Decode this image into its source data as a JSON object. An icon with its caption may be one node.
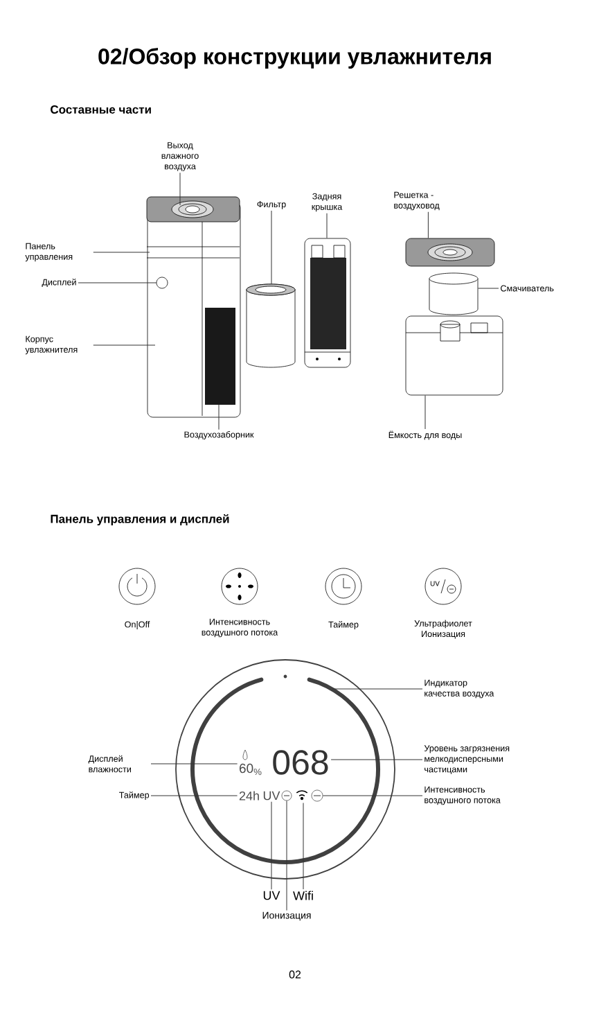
{
  "diagram": {
    "title": "02/Обзор конструкции увлажнителя",
    "nodes": [
      {
        "text": [
          "Выход влажного воздуха"
        ]
      },
      {
        "text": [
          "Панель управления"
        ]
      },
      {
        "text": [
          "Дисплей"
        ]
      },
      {
        "text": [
          "Корпус увлажнителя"
        ]
      },
      {
        "text": [
          "Воздухозаборник"
        ]
      },
      {
        "text": [
          "Фильтр"
        ]
      },
      {
        "text": [
          "Задняя крышка"
        ]
      },
      {
        "text": [
          "Решетка - воздуховод"
        ]
      },
      {
        "text": [
          "Смачиватель"
        ]
      },
      {
        "text": [
          "Ёмкость для воды"
        ]
      },
      {
        "text": [],
        "shape": "cylinder"
      },
      {
        "text": [],
        "shape": "box"
      },
      {
        "text": [],
        "shape": "box"
      },
      {
        "text": [],
        "shape": "cylinder"
      },
      {
        "text": [],
        "shape": "box"
      },
      {
        "text": [
          "Индикатор качества воздуха"
        ]
      },
      {
        "text": [
          "Уровень загрязнения мелкодисперсными частицами"
        ]
      },
      {
        "text": [
          "Интенсивность воздушного потока"
        ]
      },
      {
        "text": [
          "Дисплей влажности"
        ]
      },
      {
        "text": [
          "Таймер"
        ]
      },
      {
        "text": [
          "UV"
        ]
      },
      {
        "text": [
          "Ионизация"
        ]
      },
      {
        "text": [
          "Wifi"
        ]
      },
      {
        "text": [
          "60$_{%}$"
        ]
      },
      {
        "text": [
          "068"
        ]
      },
      {
        "text": [
          "24h"
        ]
      },
      {
        "text": [
          "UV"
        ]
      },
      {
        "text": [],
        "shape": "circle"
      },
      {
        "text": [],
        "shape": "icon"
      },
      {
        "text": [],
        "shape": "circle"
      },
      {
        "text": [],
        "shape": "picture"
      }
    ],
    "edges": [
      {
        "from": 0,
        "to": 30,
        "arrow": "none"
      },
      {
        "from": 1,
        "to": 30,
        "arrow": "none"
      },
      {
        "from": 2,
        "to": 30,
        "arrow": "none"
      },
      {
        "from": 3,
        "to": 30,
        "arrow": "none"
      },
      {
        "from": 4,
        "to": 30,
        "arrow": "none"
      },
      {
        "from": 5,
        "to": 10,
        "arrow": "none"
      },
      {
        "from": 6,
        "to": 11,
        "arrow": "none"
      },
      {
        "from": 7,
        "to": 12,
        "arrow": "none"
      },
      {
        "from": 8,
        "to": 13,
        "arrow": "none"
      },
      {
        "from": 9,
        "to": 14,
        "arrow": "none"
      },
      {
        "from": 15,
        "to": null,
        "arrow": "none"
      },
      {
        "from": 16,
        "to": 24,
        "arrow": "none"
      },
      {
        "from": 17,
        "to": 29,
        "arrow": "none"
      },
      {
        "from": 18,
        "to": 23,
        "arrow": "none"
      },
      {
        "from": 19,
        "to": 25,
        "arrow": "none"
      },
      {
        "from": 20,
        "to": 26,
        "arrow": "none"
      },
      {
        "from": 21,
        "to": 27,
        "arrow": "none"
      },
      {
        "from": 22,
        "to": 28,
        "arrow": "none"
      }
    ],
    "labels": [
      "Составные части",
      "Панель управления и дисплей",
      "UV",
      "On|Off",
      "Интенсивность воздушного потока",
      "Таймер",
      "Ультрафиолет Ионизация",
      "02"
    ]
  }
}
